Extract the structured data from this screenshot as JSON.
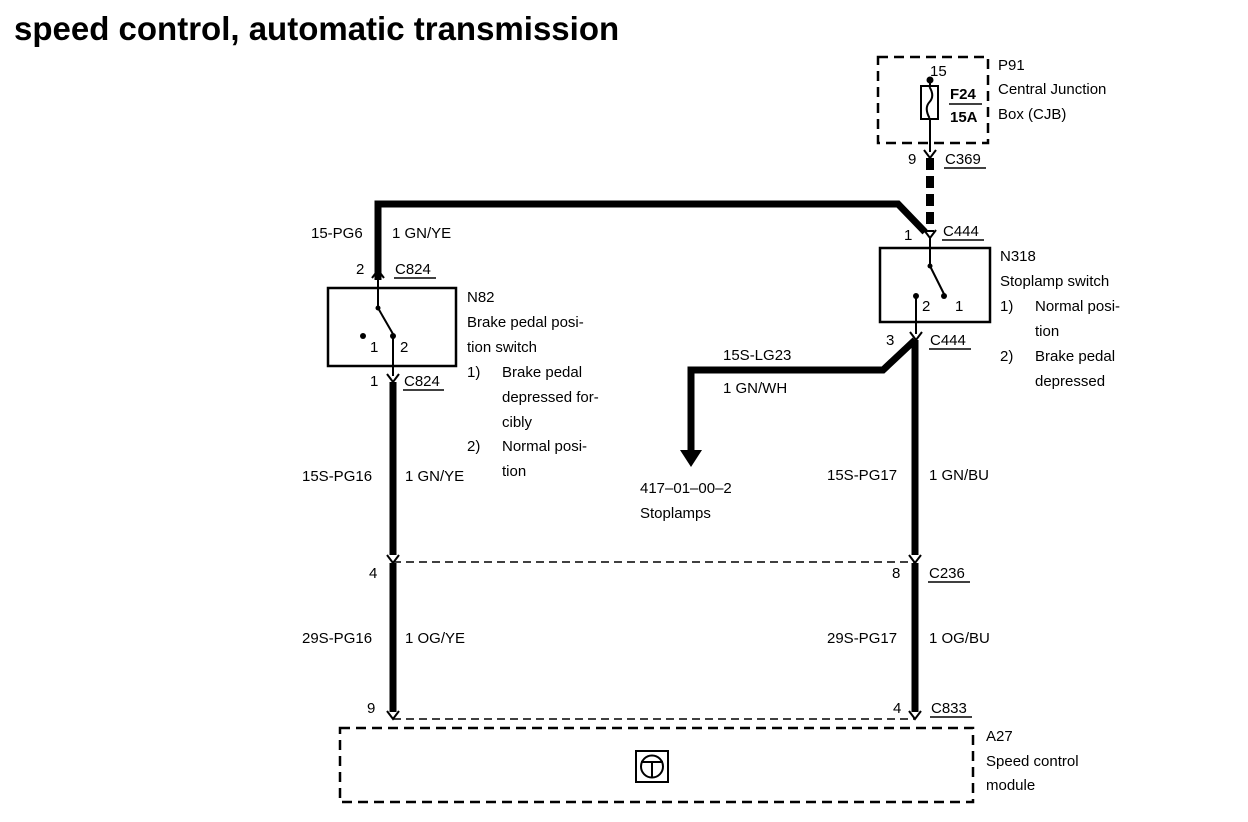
{
  "title": "speed control, automatic transmission",
  "cjb": {
    "ref": "P91",
    "name_line1": "Central Junction",
    "name_line2": "Box (CJB)",
    "fuse_pin": "15",
    "fuse_id": "F24",
    "fuse_rating": "15A",
    "out_pin": "9",
    "connector": "C369"
  },
  "stoplamp_switch": {
    "ref": "N318",
    "name": "Stoplamp switch",
    "top_pin": "1",
    "top_connector": "C444",
    "bottom_pin": "3",
    "bottom_connector": "C444",
    "contact_2": "2",
    "contact_1": "1",
    "notes": [
      {
        "num": "1)",
        "line1": "Normal posi-",
        "line2": "tion"
      },
      {
        "num": "2)",
        "line1": "Brake pedal",
        "line2": "depressed"
      }
    ]
  },
  "brake_switch": {
    "ref": "N82",
    "name_line1": "Brake pedal posi-",
    "name_line2": "tion switch",
    "top_pin": "2",
    "top_connector": "C824",
    "bottom_pin": "1",
    "bottom_connector": "C824",
    "contact_1": "1",
    "contact_2": "2",
    "notes": [
      {
        "num": "1)",
        "line1": "Brake pedal",
        "line2": "depressed for-",
        "line3": "cibly"
      },
      {
        "num": "2)",
        "line1": "Normal posi-",
        "line2": "tion"
      }
    ]
  },
  "wires": {
    "top": {
      "circuit": "15-PG6",
      "spec": "1 GN/YE"
    },
    "left_upper": {
      "circuit": "15S-PG16",
      "spec": "1 GN/YE"
    },
    "right_upper": {
      "circuit": "15S-PG17",
      "spec": "1 GN/BU"
    },
    "stoplamp_feed": {
      "circuit": "15S-LG23",
      "spec": "1 GN/WH"
    },
    "left_lower": {
      "circuit": "29S-PG16",
      "spec": "1 OG/YE"
    },
    "right_lower": {
      "circuit": "29S-PG17",
      "spec": "1 OG/BU"
    }
  },
  "stoplamps": {
    "ref": "417–01–00–2",
    "name": "Stoplamps"
  },
  "c236": {
    "connector": "C236",
    "left_pin": "4",
    "right_pin": "8"
  },
  "c833": {
    "connector": "C833",
    "left_pin": "9",
    "right_pin": "4"
  },
  "module": {
    "ref": "A27",
    "name_line1": "Speed control",
    "name_line2": "module"
  }
}
